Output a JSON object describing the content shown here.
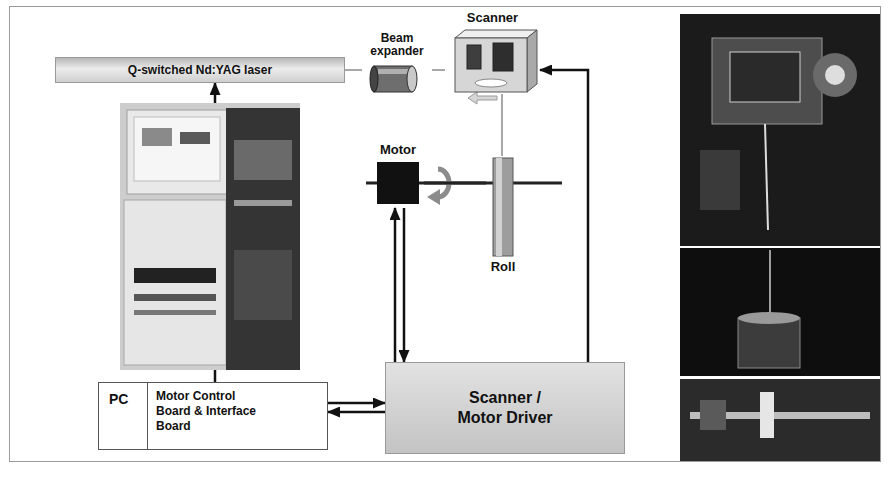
{
  "diagram": {
    "nodes": [
      {
        "text": [
          "Q-switched Nd:YAG laser"
        ]
      },
      {
        "text": [
          "Beam expander"
        ]
      },
      {
        "text": [
          "Scanner"
        ]
      },
      {
        "text": [
          "Motor"
        ]
      },
      {
        "text": [
          "Roll"
        ]
      },
      {
        "text": [
          "PC",
          "Motor Control Board & Interface Board"
        ]
      },
      {
        "text": [
          "Scanner / Motor Driver"
        ]
      }
    ],
    "edges": [
      {
        "from": 0,
        "to": 1,
        "arrow": "none"
      },
      {
        "from": 1,
        "to": 2,
        "arrow": "none"
      },
      {
        "from": 2,
        "to": 4,
        "arrow": "none"
      },
      {
        "from": 3,
        "to": 4,
        "arrow": "none"
      },
      {
        "from": 5,
        "to": 0,
        "arrow": "to"
      },
      {
        "from": 6,
        "to": 2,
        "arrow": "to"
      },
      {
        "from": 6,
        "to": 3,
        "arrow": "to"
      },
      {
        "from": 3,
        "to": 6,
        "arrow": "to"
      },
      {
        "from": 5,
        "to": 6,
        "arrow": "to"
      },
      {
        "from": 6,
        "to": 5,
        "arrow": "to"
      }
    ]
  }
}
